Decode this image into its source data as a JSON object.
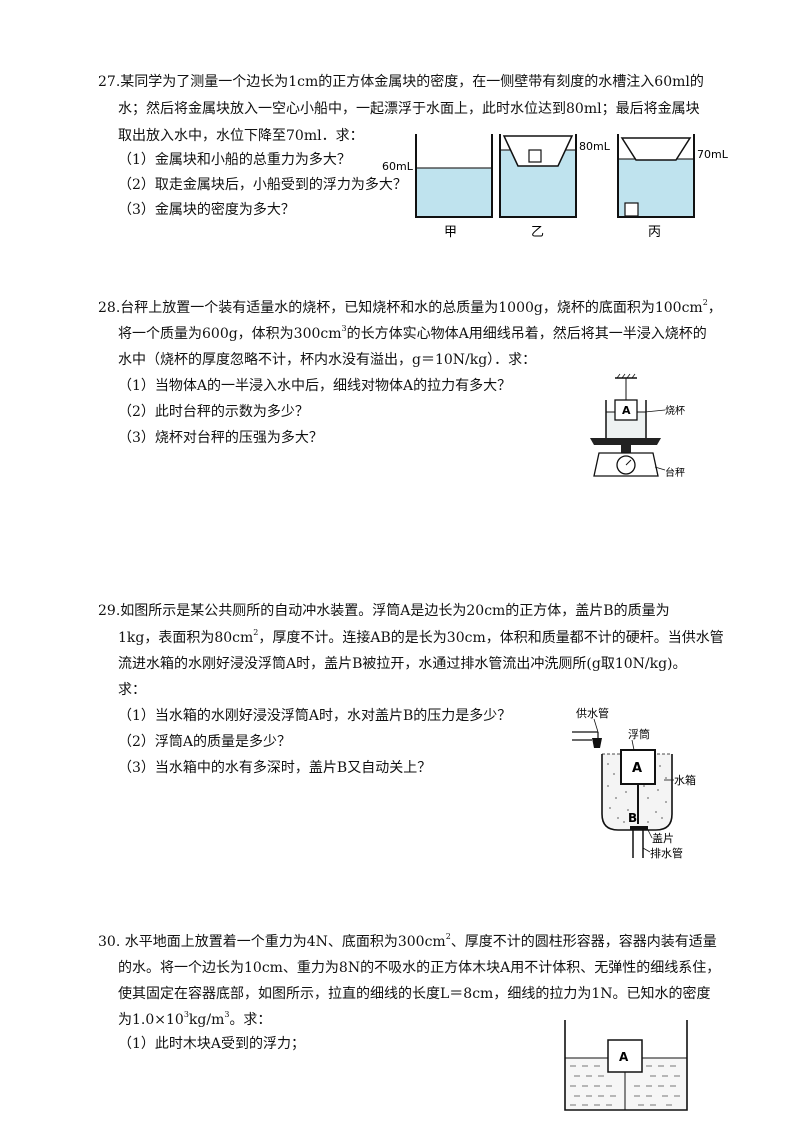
{
  "q27": {
    "l1": "27.某同学为了测量一个边长为1cm的正方体金属块的密度，在一侧壁带有刻度的水槽注入60ml的",
    "l2": "水；然后将金属块放入一空心小船中，一起漂浮于水面上，此时水位达到80ml；最后将金属块",
    "l3": "取出放入水中，水位下降至70ml．求：",
    "s1": "（1）金属块和小船的总重力为多大？",
    "s2": "（2）取走金属块后，小船受到的浮力为多大？",
    "s3": "（3）金属块的密度为多大？",
    "fig": {
      "label_60": "60mL",
      "label_80": "80mL",
      "label_70": "70mL",
      "cap_1": "甲",
      "cap_2": "乙",
      "cap_3": "丙"
    }
  },
  "q28": {
    "l1_pre": "28.台秤上放置一个装有适量水的烧杯，已知烧杯和水的总质量为1000g，烧杯的底面积为100cm",
    "l1_sup": "2",
    "l1_post": "，",
    "l2_pre": "将一个质量为600g，体积为300cm",
    "l2_sup": "3",
    "l2_post": "的长方体实心物体A用细线吊着，然后将其一半浸入烧杯的",
    "l3": "水中（烧杯的厚度忽略不计，杯内水没有溢出，g＝10N/kg）．求：",
    "s1": "（1）当物体A的一半浸入水中后，细线对物体A的拉力有多大？",
    "s2": "（2）此时台秤的示数为多少？",
    "s3": "（3）烧杯对台秤的压强为多大？",
    "fig": {
      "label_A": "A",
      "label_beaker": "烧杯",
      "label_scale": "台秤"
    }
  },
  "q29": {
    "l1": "29.如图所示是某公共厕所的自动冲水装置。浮筒A是边长为20cm的正方体，盖片B的质量为",
    "l2_pre": "1kg，表面积为80cm",
    "l2_sup": "2",
    "l2_post": "，厚度不计。连接AB的是长为30cm，体积和质量都不计的硬杆。当供水管",
    "l3": "流进水箱的水刚好浸没浮筒A时，盖片B被拉开，水通过排水管流出冲洗厕所(g取10N/kg)。",
    "l4": "求：",
    "s1": "（1）当水箱的水刚好浸没浮筒A时，水对盖片B的压力是多少？",
    "s2": "（2）浮筒A的质量是多少？",
    "s3": "（3）当水箱中的水有多深时，盖片B又自动关上？",
    "fig": {
      "label_supply": "供水管",
      "label_float": "浮筒",
      "label_A": "A",
      "label_tank": "水箱",
      "label_B": "B",
      "label_cover": "盖片",
      "label_drain": "排水管"
    }
  },
  "q30": {
    "l1_pre": "30.  水平地面上放置着一个重力为4N、底面积为300cm",
    "l1_sup": "2",
    "l1_post": "、厚度不计的圆柱形容器，容器内装有适量",
    "l2": "的水。将一个边长为10cm、重力为8N的不吸水的正方体木块A用不计体积、无弹性的细线系住，",
    "l3": "使其固定在容器底部，如图所示，拉直的细线的长度L＝8cm，细线的拉力为1N。已知水的密度",
    "l4_pre": "为1.0×10",
    "l4_sup": "3",
    "l4_mid": "kg/m",
    "l4_sup2": "3",
    "l4_post": "。求：",
    "s1": "（1）此时木块A受到的浮力；",
    "fig": {
      "label_A": "A"
    }
  }
}
